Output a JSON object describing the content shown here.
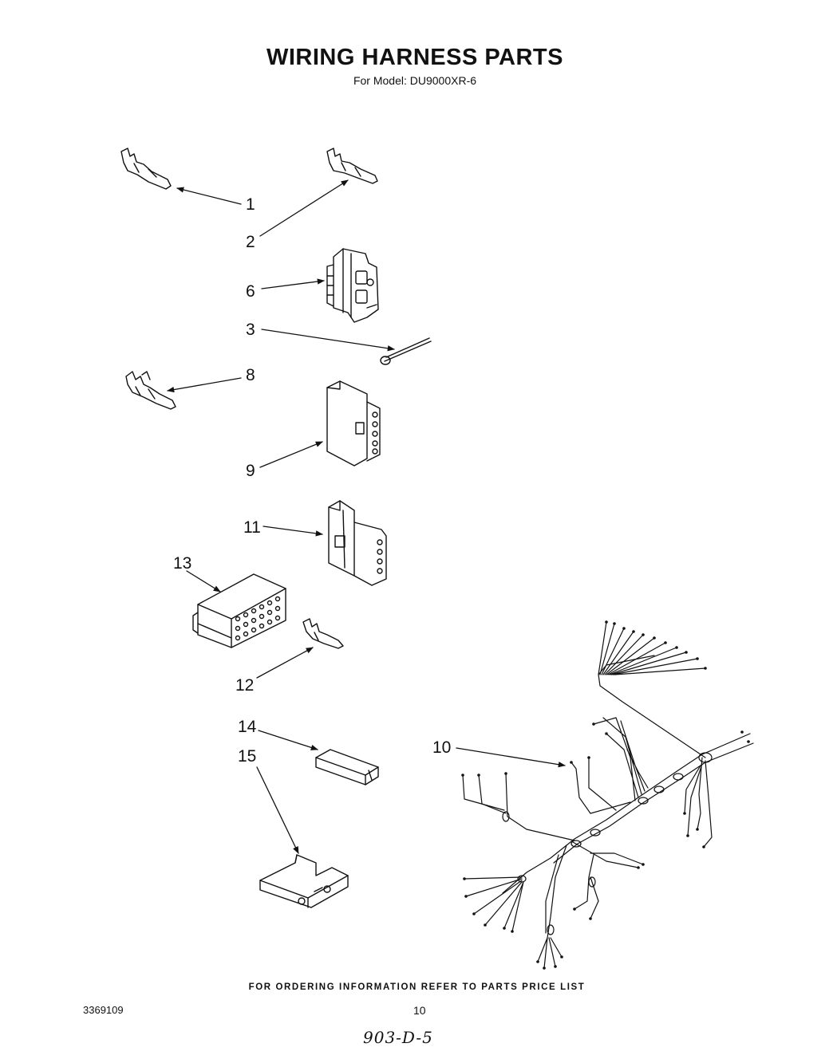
{
  "header": {
    "title": "WIRING HARNESS PARTS",
    "subtitle": "For Model: DU9000XR-6"
  },
  "callouts": [
    "1",
    "2",
    "6",
    "3",
    "8",
    "9",
    "11",
    "13",
    "12",
    "14",
    "15",
    "10"
  ],
  "footer": {
    "ordering_note": "FOR ORDERING INFORMATION REFER TO PARTS PRICE LIST",
    "part_number": "3369109",
    "page_number": "10",
    "handwritten_code": "903-D-5"
  },
  "icons": {
    "terminal": "terminal-icon",
    "connector": "connector-icon",
    "harness": "wire-harness-icon"
  }
}
